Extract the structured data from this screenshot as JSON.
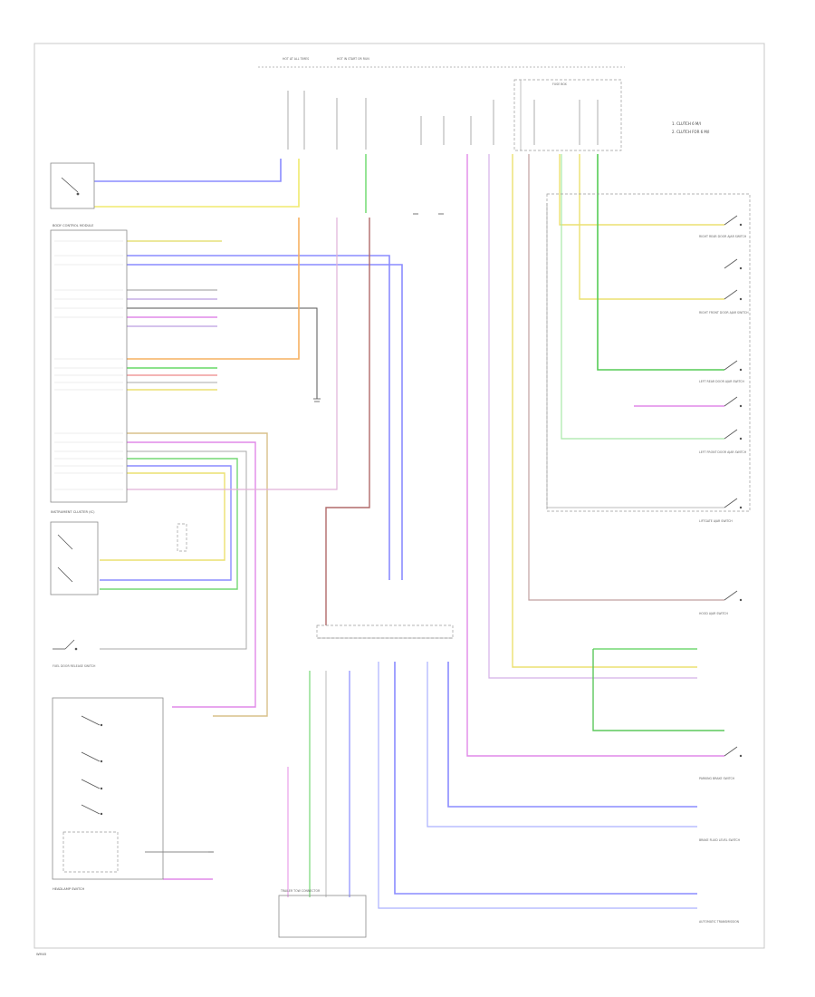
{
  "diagram": {
    "legend": [
      "1. CLUTCH 6 M/I",
      "2. CLUTCH FOR 6 M/I"
    ],
    "footer_code": "WM45",
    "modules": {
      "body_control": "BODY CONTROL MODULE",
      "instrument_cluster": "INSTRUMENT CLUSTER (IC)",
      "headlamp_switch": "HEADLAMP SWITCH",
      "fuel_door": "FUEL DOOR RELEASE SWITCH",
      "trailer": "TRAILER TOW CONNECTOR"
    },
    "top_labels": [
      "HOT AT ALL TIMES",
      "HOT IN START OR RUN",
      "FUSE BOX"
    ],
    "switches": [
      "RIGHT REAR DOOR AJAR SWITCH",
      "RIGHT FRONT DOOR AJAR SWITCH",
      "LEFT REAR DOOR AJAR SWITCH",
      "LEFT FRONT DOOR AJAR SWITCH",
      "LIFTGATE AJAR SWITCH",
      "HOOD AJAR SWITCH"
    ],
    "bottom_right_labels": [
      "PARKING BRAKE SWITCH",
      "BRAKE FLUID LEVEL SWITCH",
      "AUTOMATIC TRANSMISSION"
    ]
  }
}
